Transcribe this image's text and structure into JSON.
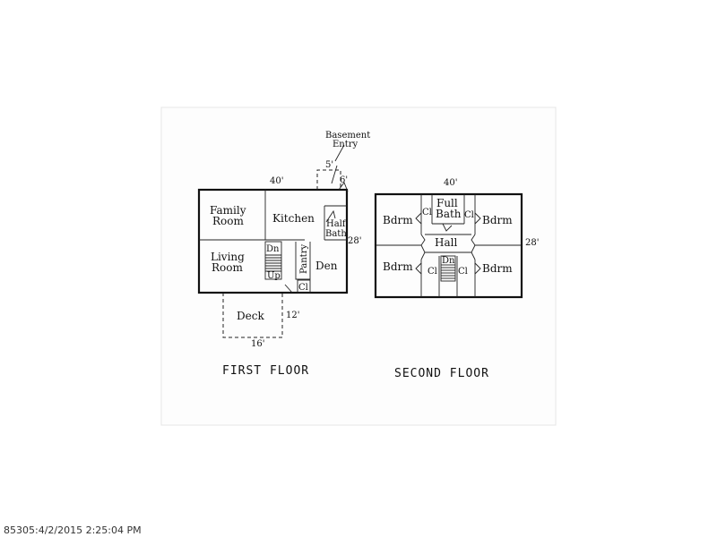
{
  "first_floor": {
    "title": "FIRST FLOOR",
    "dims": {
      "width": "40'",
      "depth": "28'",
      "entry_w": "5'",
      "entry_d": "6'",
      "deck_d": "12'",
      "deck_w": "16'"
    },
    "basement_entry": {
      "line1": "Basement",
      "line2": "Entry"
    },
    "rooms": {
      "family_room": {
        "line1": "Family",
        "line2": "Room"
      },
      "kitchen": "Kitchen",
      "half_bath": {
        "line1": "Half",
        "line2": "Bath"
      },
      "living_room": {
        "line1": "Living",
        "line2": "Room"
      },
      "pantry": "Pantry",
      "den": "Den",
      "closet": "Cl",
      "stairs_dn": "Dn",
      "stairs_up": "Up",
      "deck": "Deck"
    }
  },
  "second_floor": {
    "title": "SECOND FLOOR",
    "dims": {
      "width": "40'",
      "depth": "28'"
    },
    "rooms": {
      "bdrm_nw": "Bdrm",
      "full_bath": {
        "line1": "Full",
        "line2": "Bath"
      },
      "bdrm_ne": "Bdrm",
      "hall": "Hall",
      "bdrm_sw": "Bdrm",
      "bdrm_se": "Bdrm",
      "closet_1": "Cl",
      "closet_2": "Cl",
      "closet_3": "Cl",
      "closet_4": "Cl",
      "stairs_dn": "Dn"
    }
  },
  "footer": {
    "caption": "85305:4/2/2015 2:25:04 PM"
  }
}
